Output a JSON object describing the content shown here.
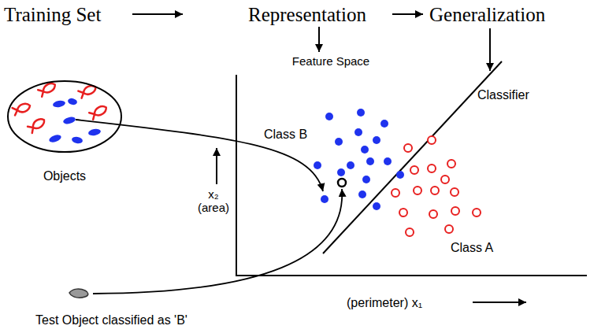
{
  "diagram": {
    "nodes": [
      {
        "text": [
          "Objects"
        ]
      }
    ],
    "labels": [
      "Training Set",
      "Representation",
      "Generalization",
      "Feature Space",
      "Classifier",
      "Class B",
      "x₂ (area)",
      "Class A",
      "(perimeter) x₁",
      "Test Object classified as 'B'"
    ]
  }
}
